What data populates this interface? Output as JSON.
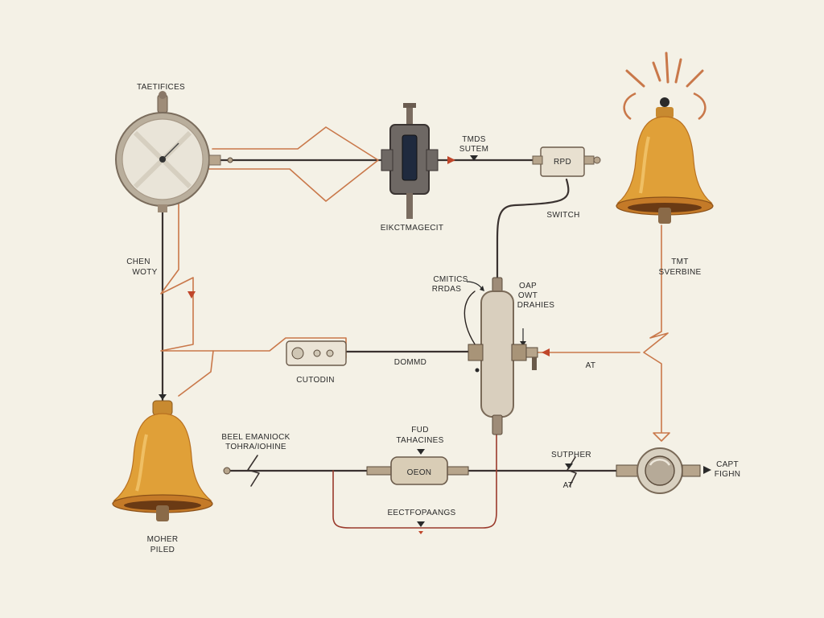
{
  "colors": {
    "background": "#f4f1e6",
    "wire_dark": "#3a3230",
    "wire_orange": "#c9784a",
    "wire_red": "#9a3a2c",
    "bell_gold": "#e0a038",
    "bell_shade": "#b87020",
    "brass": "#b08a5a",
    "arrow_red": "#c0462a"
  },
  "components": {
    "clock": {
      "name": "clock-dial",
      "icon": "clock-icon"
    },
    "electromagnet": {
      "name": "electromagnet-device",
      "icon": "electromagnet-icon"
    },
    "relay": {
      "label": "RPD"
    },
    "bell_top": {
      "name": "ringing-bell",
      "icon": "bell-icon"
    },
    "bell_bottom": {
      "name": "bell",
      "icon": "bell-icon"
    },
    "battery": {
      "name": "tall-cell"
    },
    "control_box": {
      "name": "button-box"
    },
    "resistor": {
      "label": "OEON"
    },
    "button": {
      "name": "push-button"
    }
  },
  "labels": {
    "clock": "TAETIFICES",
    "electromagnet": "EIKCTMAGECIT",
    "tmds_line1": "TMDS",
    "tmds_line2": "SUTEM",
    "switch": "SWITCH",
    "tmt_line1": "TMT",
    "tmt_line2": "SVERBINE",
    "chen_line1": "CHEN",
    "chen_line2": "WOTY",
    "cmitics_line1": "CMITICS",
    "cmitics_line2": "RRDAS",
    "oap_line1": "OAP",
    "oap_line2": "OWT",
    "oap_line3": "DRAHIES",
    "dommo": "DOMMD",
    "at": "AT",
    "cutodin": "CUTODIN",
    "bell_left_line1": "BEEL EMANIOCK",
    "bell_left_line2": "TOHRA/IOHINE",
    "fud_line1": "FUD",
    "fud_line2": "TAHACINES",
    "sutpher": "SUTPHER",
    "at_lower": "AT",
    "electro": "EECTFOPAANGS",
    "moher_line1": "MOHER",
    "moher_line2": "PILED",
    "capt_line1": "CAPT",
    "capt_line2": "FIGHN"
  }
}
